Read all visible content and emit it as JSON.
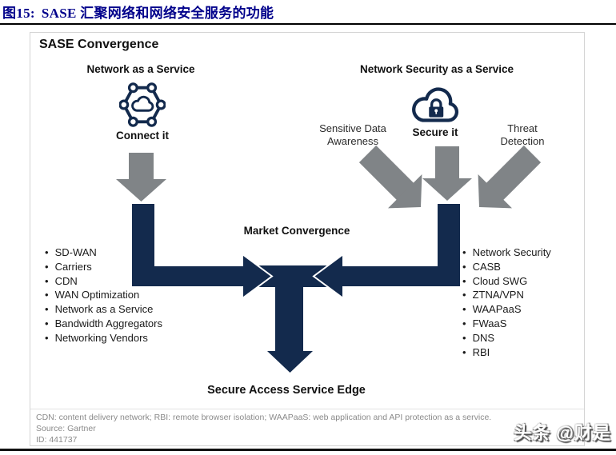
{
  "figure_header": {
    "label": "图15:",
    "title": "SASE 汇聚网络和网络安全服务的功能"
  },
  "diagram": {
    "title": "SASE Convergence",
    "left_branch": {
      "header": "Network as a Service",
      "icon": "network-hexagon-cloud-icon",
      "action": "Connect it",
      "items": [
        "SD-WAN",
        "Carriers",
        "CDN",
        "WAN Optimization",
        "Network as a Service",
        "Bandwidth Aggregators",
        "Networking Vendors"
      ]
    },
    "right_branch": {
      "header": "Network Security as a Service",
      "icon": "cloud-lock-icon",
      "action": "Secure it",
      "input_left": "Sensitive Data Awareness",
      "input_right": "Threat Detection",
      "items": [
        "Network Security",
        "CASB",
        "Cloud SWG",
        "ZTNA/VPN",
        "WAAPaaS",
        "FWaaS",
        "DNS",
        "RBI"
      ]
    },
    "center": {
      "label": "Market Convergence",
      "result": "Secure Access Service Edge"
    },
    "colors": {
      "navy": "#132A4D",
      "gray": "#808487"
    }
  },
  "footer": {
    "note": "CDN: content delivery network; RBI: remote browser isolation; WAAPaaS: web application and API protection as a service.",
    "source": "Source: Gartner",
    "id": "ID: 441737"
  },
  "watermark": "头条 @财是"
}
